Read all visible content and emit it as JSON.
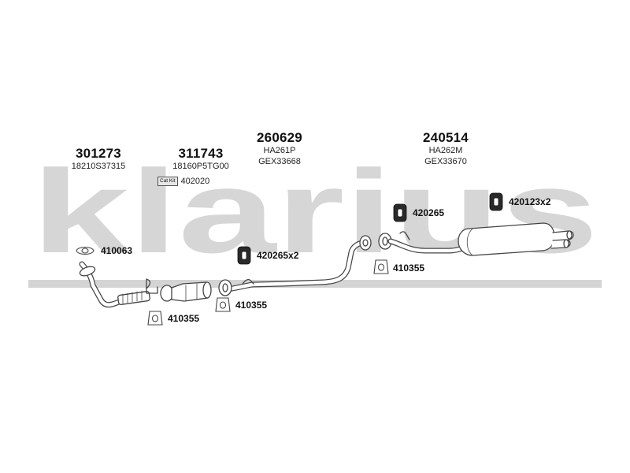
{
  "watermark": {
    "text": "klarius",
    "color": "#d4d4d4"
  },
  "groups": [
    {
      "id": "g1",
      "part_number": "301273",
      "refs": [
        "18210S37315"
      ]
    },
    {
      "id": "g2",
      "part_number": "311743",
      "refs": [
        "18160P5TG00"
      ]
    },
    {
      "id": "g3",
      "part_number": "260629",
      "refs": [
        "HA261P",
        "GEX33668"
      ]
    },
    {
      "id": "g4",
      "part_number": "240514",
      "refs": [
        "HA262M",
        "GEX33670"
      ]
    }
  ],
  "cat_kit": {
    "badge": "Cat Kit",
    "number": "402020"
  },
  "callouts": [
    {
      "id": "c1",
      "label": "410063",
      "icon": "gasket-icon"
    },
    {
      "id": "c2",
      "label": "410355",
      "icon": "gasket-icon"
    },
    {
      "id": "c3",
      "label": "410355",
      "icon": "gasket-icon"
    },
    {
      "id": "c4",
      "label": "410355",
      "icon": "gasket-icon"
    },
    {
      "id": "c5",
      "label": "420265x2",
      "icon": "rubber-mount-icon"
    },
    {
      "id": "c6",
      "label": "420265",
      "icon": "rubber-mount-icon"
    },
    {
      "id": "c7",
      "label": "420123x2",
      "icon": "rubber-mount-icon"
    }
  ],
  "colors": {
    "line": "#444444",
    "fill": "#ffffff",
    "mount": "#2a2a2a"
  }
}
